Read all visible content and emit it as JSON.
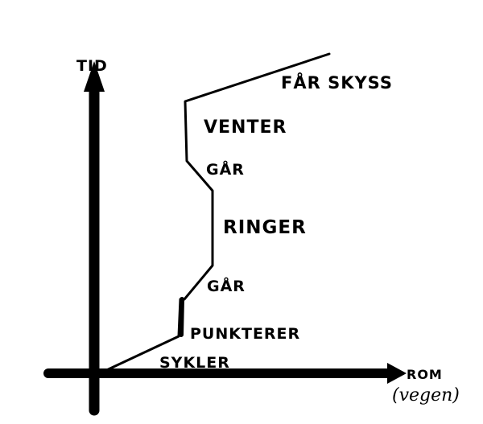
{
  "diagram": {
    "axes": {
      "y_label": "TID",
      "x_label_line1": "ROM",
      "x_label_line2": "(vegen)"
    },
    "segments": [
      {
        "label": "SYKLER"
      },
      {
        "label": "PUNKTERER"
      },
      {
        "label": "GÅR"
      },
      {
        "label": "RINGER"
      },
      {
        "label": "GÅR"
      },
      {
        "label": "VENTER"
      },
      {
        "label": "FÅR SKYSS"
      }
    ],
    "colors": {
      "ink": "#000000",
      "background": "#ffffff"
    }
  }
}
